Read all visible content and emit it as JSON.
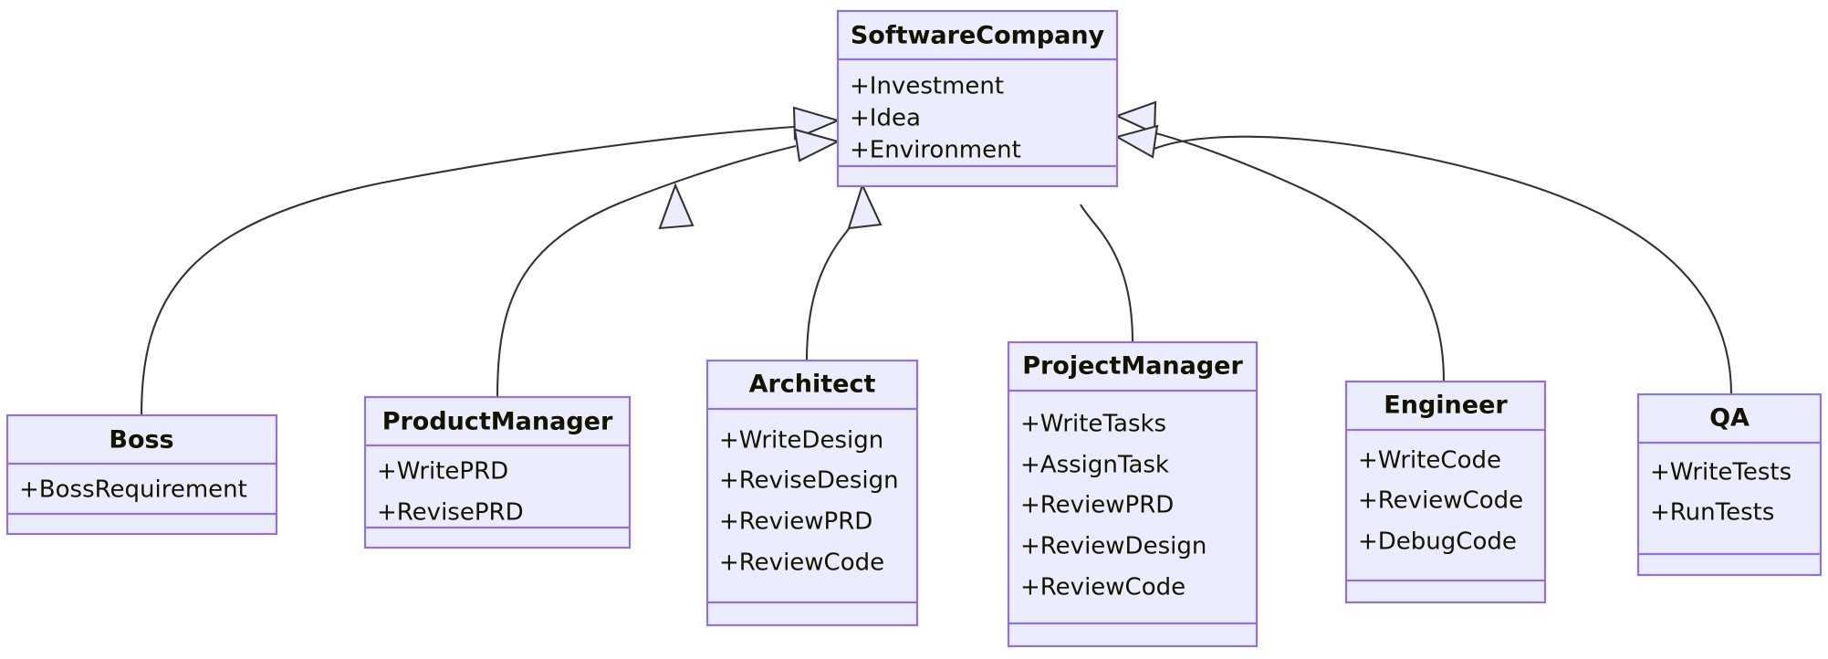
{
  "diagram": {
    "kind": "uml-class-diagram",
    "title": "",
    "colors": {
      "class_fill": "#ECECFF",
      "class_border": "#9370DB",
      "edge_stroke": "#333333",
      "text": "#131300",
      "background": "#FFFFFF"
    },
    "relationship_type": "generalization",
    "classes": [
      {
        "id": "software-company",
        "name": "SoftwareCompany",
        "attributes": [
          "+Investment",
          "+Idea",
          "+Environment"
        ],
        "methods": []
      },
      {
        "id": "boss",
        "name": "Boss",
        "attributes": [
          "+BossRequirement"
        ],
        "methods": []
      },
      {
        "id": "product-manager",
        "name": "ProductManager",
        "attributes": [
          "+WritePRD",
          "+RevisePRD"
        ],
        "methods": []
      },
      {
        "id": "architect",
        "name": "Architect",
        "attributes": [
          "+WriteDesign",
          "+ReviseDesign",
          "+ReviewPRD",
          "+ReviewCode"
        ],
        "methods": []
      },
      {
        "id": "project-manager",
        "name": "ProjectManager",
        "attributes": [
          "+WriteTasks",
          "+AssignTask",
          "+ReviewPRD",
          "+ReviewDesign",
          "+ReviewCode"
        ],
        "methods": []
      },
      {
        "id": "engineer",
        "name": "Engineer",
        "attributes": [
          "+WriteCode",
          "+ReviewCode",
          "+DebugCode"
        ],
        "methods": []
      },
      {
        "id": "qa",
        "name": "QA",
        "attributes": [
          "+WriteTests",
          "+RunTests"
        ],
        "methods": []
      }
    ],
    "relationships": [
      {
        "from": "boss",
        "to": "software-company",
        "type": "generalization"
      },
      {
        "from": "product-manager",
        "to": "software-company",
        "type": "generalization"
      },
      {
        "from": "architect",
        "to": "software-company",
        "type": "generalization"
      },
      {
        "from": "project-manager",
        "to": "software-company",
        "type": "generalization"
      },
      {
        "from": "engineer",
        "to": "software-company",
        "type": "generalization"
      },
      {
        "from": "qa",
        "to": "software-company",
        "type": "generalization"
      }
    ]
  }
}
